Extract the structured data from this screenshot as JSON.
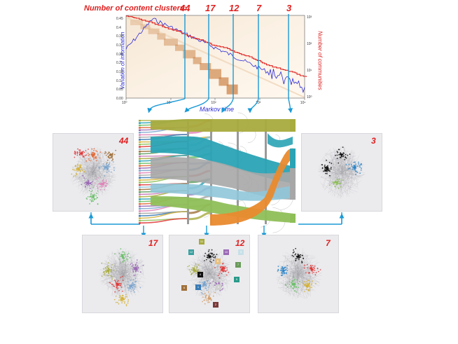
{
  "header": {
    "title": "Number of content clusters:",
    "cluster_counts": [
      "44",
      "17",
      "12",
      "7",
      "3"
    ]
  },
  "plot": {
    "left_axis_label": "Variation of information",
    "right_axis_label": "Number of communities",
    "x_axis_label": "Markov time",
    "left_ticks": [
      "0.45",
      "0.4",
      "0.35",
      "0.3",
      "0.25",
      "0.2",
      "0.15",
      "0.1",
      "0.05",
      "0.00"
    ],
    "x_ticks": [
      "10⁰",
      "10¹",
      "10²",
      "10³",
      "10⁴"
    ],
    "right_ticks": [
      "10³",
      "10²",
      "10¹",
      "10⁰"
    ],
    "line_colors": {
      "variation": "#2b2bd6",
      "communities": "#e02020",
      "heatmap": "#c87a3a"
    }
  },
  "panels": {
    "p44": "44",
    "p3": "3",
    "p17": "17",
    "p12": "12",
    "p7": "7"
  },
  "cluster_tags_12": [
    "11",
    "12",
    "4",
    "3",
    "10",
    "5",
    "1",
    "7",
    "9",
    "6",
    "8",
    "2"
  ],
  "colors": {
    "accent_red": "#e02020",
    "arrow_blue": "#1a9ad6",
    "panel_bg": "#ebebee"
  }
}
